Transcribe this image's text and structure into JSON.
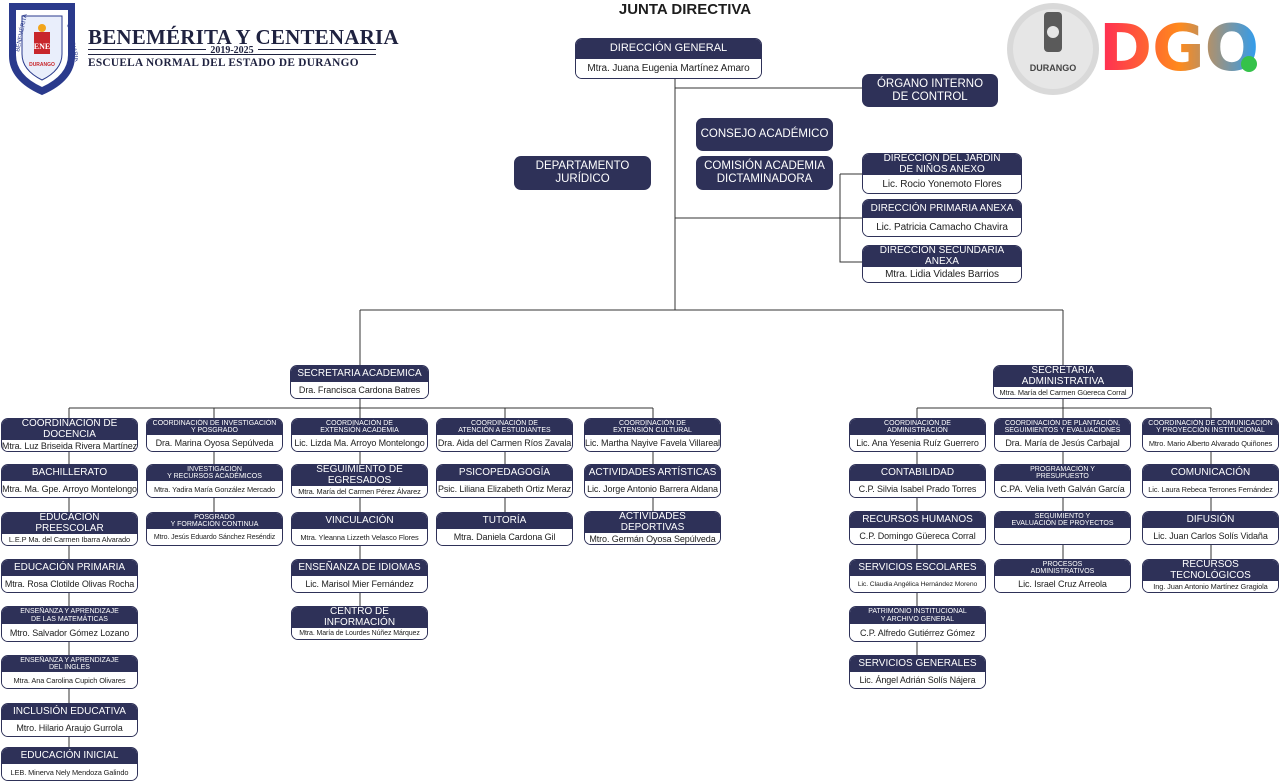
{
  "header": {
    "title": "JUNTA DIRECTIVA",
    "school_name": "BENEMÉRITA Y CENTENARIA",
    "school_years": "2019-2025",
    "school_subtitle": "ESCUELA NORMAL DEL ESTADO DE DURANGO"
  },
  "logos": {
    "crest_ring_left": "BENEMÉRITA",
    "crest_ring_right": "CENTENARIA",
    "crest_initials": "ENE",
    "crest_city": "DURANGO",
    "seal_text": "DURANGO",
    "dgo_text": "DGO",
    "dgo_colors": [
      "#ff2a55",
      "#ff8a1c",
      "#2a9df4",
      "#35c24a"
    ]
  },
  "colors": {
    "node_header": "#2e3158",
    "line": "#333333"
  },
  "nodes": {
    "general": {
      "head": "DIRECCIÓN GENERAL",
      "name": "Mtra. Juana Eugenia Martínez Amaro"
    },
    "control": {
      "head": "ÓRGANO INTERNO\nDE CONTROL"
    },
    "consejo": {
      "head": "CONSEJO ACADÉMICO"
    },
    "comision": {
      "head": "COMISIÓN ACADEMIA\nDICTAMINADORA"
    },
    "juridico": {
      "head": "DEPARTAMENTO\nJURÍDICO"
    },
    "jardin": {
      "head": "DIRECCIÓN DEL JARDÍN\nDE NIÑOS ANEXO",
      "name": "Lic. Rocio Yonemoto Flores"
    },
    "primaria": {
      "head": "DIRECCIÓN PRIMARIA ANEXA",
      "name": "Lic. Patricia Camacho Chavira"
    },
    "secundaria": {
      "head": "DIRECCIÓN SECUNDARIA ANEXA",
      "name": "Mtra. Lidia Vidales Barrios"
    },
    "sec_acad": {
      "head": "SECRETARIA ACADEMICA",
      "name": "Dra. Francisca Cardona Batres"
    },
    "sec_adm": {
      "head": "SECRETARIA ADMINISTRATIVA",
      "name": "Mtra. María del Carmen Güereca Corral"
    },
    "c1_0": {
      "head": "COORDINACIÓN DE DOCENCIA",
      "name": "Mtra. Luz Briseida Rivera Martínez"
    },
    "c1_1": {
      "head": "BACHILLERATO",
      "name": "Mtra. Ma. Gpe. Arroyo Montelongo"
    },
    "c1_2": {
      "head": "EDUCACIÓN PREESCOLAR",
      "name": "L.E.P Ma. del Carmen Ibarra Alvarado"
    },
    "c1_3": {
      "head": "EDUCACIÓN PRIMARIA",
      "name": "Mtra. Rosa Clotilde Olivas Rocha"
    },
    "c1_4": {
      "head": "ENSEÑANZA Y APRENDIZAJE\nDE LAS MATEMÁTICAS",
      "name": "Mtro. Salvador Gómez Lozano"
    },
    "c1_5": {
      "head": "ENSEÑANZA Y APRENDIZAJE\nDEL INGLES",
      "name": "Mtra. Ana Carolina Cupich Olivares"
    },
    "c1_6": {
      "head": "INCLUSIÓN EDUCATIVA",
      "name": "Mtro. Hilario Araujo Gurrola"
    },
    "c1_7": {
      "head": "EDUCACIÓN INICIAL",
      "name": "LEB. Minerva Nely Mendoza Galindo"
    },
    "c2_0": {
      "head": "COORDINACIÓN DE INVESTIGACIÓN\nY POSGRADO",
      "name": "Dra. Marina Oyosa Sepúlveda"
    },
    "c2_1": {
      "head": "INVESTIGACIÓN\nY RECURSOS ACADÉMICOS",
      "name": "Mtra. Yadira María González Mercado"
    },
    "c2_2": {
      "head": "POSGRADO\nY FORMACIÓN CONTINUA",
      "name": "Mtro. Jesús Eduardo Sánchez Reséndiz"
    },
    "c3_0": {
      "head": "COORDINACIÓN DE\nEXTENSIÓN ACADEMIA",
      "name": "Lic. Lizda Ma. Arroyo Montelongo"
    },
    "c3_1": {
      "head": "SEGUIMIENTO DE EGRESADOS",
      "name": "Mtra. María del Carmen Pérez Álvarez"
    },
    "c3_2": {
      "head": "VINCULACIÓN",
      "name": "Mtra. Yleanna Lizzeth Velasco Flores"
    },
    "c3_3": {
      "head": "ENSEÑANZA DE IDIOMAS",
      "name": "Lic. Marisol Mier Fernández"
    },
    "c3_4": {
      "head": "CENTRO DE INFORMACIÓN",
      "name": "Mtra. María de Lourdes Núñez Márquez"
    },
    "c4_0": {
      "head": "COORDINACIÓN DE\nATENCIÓN A ESTUDIANTES",
      "name": "Dra. Aida del Carmen Ríos Zavala"
    },
    "c4_1": {
      "head": "PSICOPEDAGOGÍA",
      "name": "Psic. Liliana Elizabeth Ortiz Meraz"
    },
    "c4_2": {
      "head": "TUTORÍA",
      "name": "Mtra. Daniela Cardona Gil"
    },
    "c5_0": {
      "head": "COORDINACIÓN DE\nEXTENSIÓN CULTURAL",
      "name": "Lic. Martha Nayive Favela Villareal"
    },
    "c5_1": {
      "head": "ACTIVIDADES ARTÍSTICAS",
      "name": "Lic. Jorge Antonio Barrera Aldana"
    },
    "c5_2": {
      "head": "ACTIVIDADES DEPORTIVAS",
      "name": "Mtro. Germán Oyosa Sepúlveda"
    },
    "c6_0": {
      "head": "COORDINACIÓN DE\nADMINISTRACIÓN",
      "name": "Lic. Ana Yesenia Ruíz Guerrero"
    },
    "c6_1": {
      "head": "CONTABILIDAD",
      "name": "C.P. Silvia Isabel Prado Torres"
    },
    "c6_2": {
      "head": "RECURSOS HUMANOS",
      "name": "C.P. Domingo Güereca Corral"
    },
    "c6_3": {
      "head": "SERVICIOS ESCOLARES",
      "name": "Lic. Claudia Angélica Hernández Moreno"
    },
    "c6_4": {
      "head": "PATRIMONIO INSTITUCIONAL\nY ARCHIVO GENERAL",
      "name": "C.P. Alfredo Gutiérrez Gómez"
    },
    "c6_5": {
      "head": "SERVICIOS GENERALES",
      "name": "Lic. Ángel Adrián Solís Nájera"
    },
    "c7_0": {
      "head": "COORDINACIÓN DE PLANTACIÓN,\nSEGUIMIENTOS Y EVALUACIONES",
      "name": "Dra. María de Jesús Carbajal"
    },
    "c7_1": {
      "head": "PROGRAMACIÓN Y\nPRESUPUESTO",
      "name": "C.PA. Velia Iveth Galván García"
    },
    "c7_2": {
      "head": "SEGUIMIENTO Y\nEVALUACIÓN DE PROYECTOS",
      "name": ""
    },
    "c7_3": {
      "head": "PROCESOS\nADMINISTRATIVOS",
      "name": "Lic. Israel Cruz Arreola"
    },
    "c8_0": {
      "head": "COORDINACIÓN DE COMUNICACIÓN\nY PROYECCIÓN INSTITUCIONAL",
      "name": "Mtro. Mario Alberto Alvarado Quiñones"
    },
    "c8_1": {
      "head": "COMUNICACIÓN",
      "name": "Lic. Laura Rebeca Terrones Fernández"
    },
    "c8_2": {
      "head": "DIFUSIÓN",
      "name": "Lic. Juan Carlos Solís Vidaña"
    },
    "c8_3": {
      "head": "RECURSOS TECNOLÓGICOS",
      "name": "Ing. Juan Antonio Martínez Gragiola"
    }
  }
}
